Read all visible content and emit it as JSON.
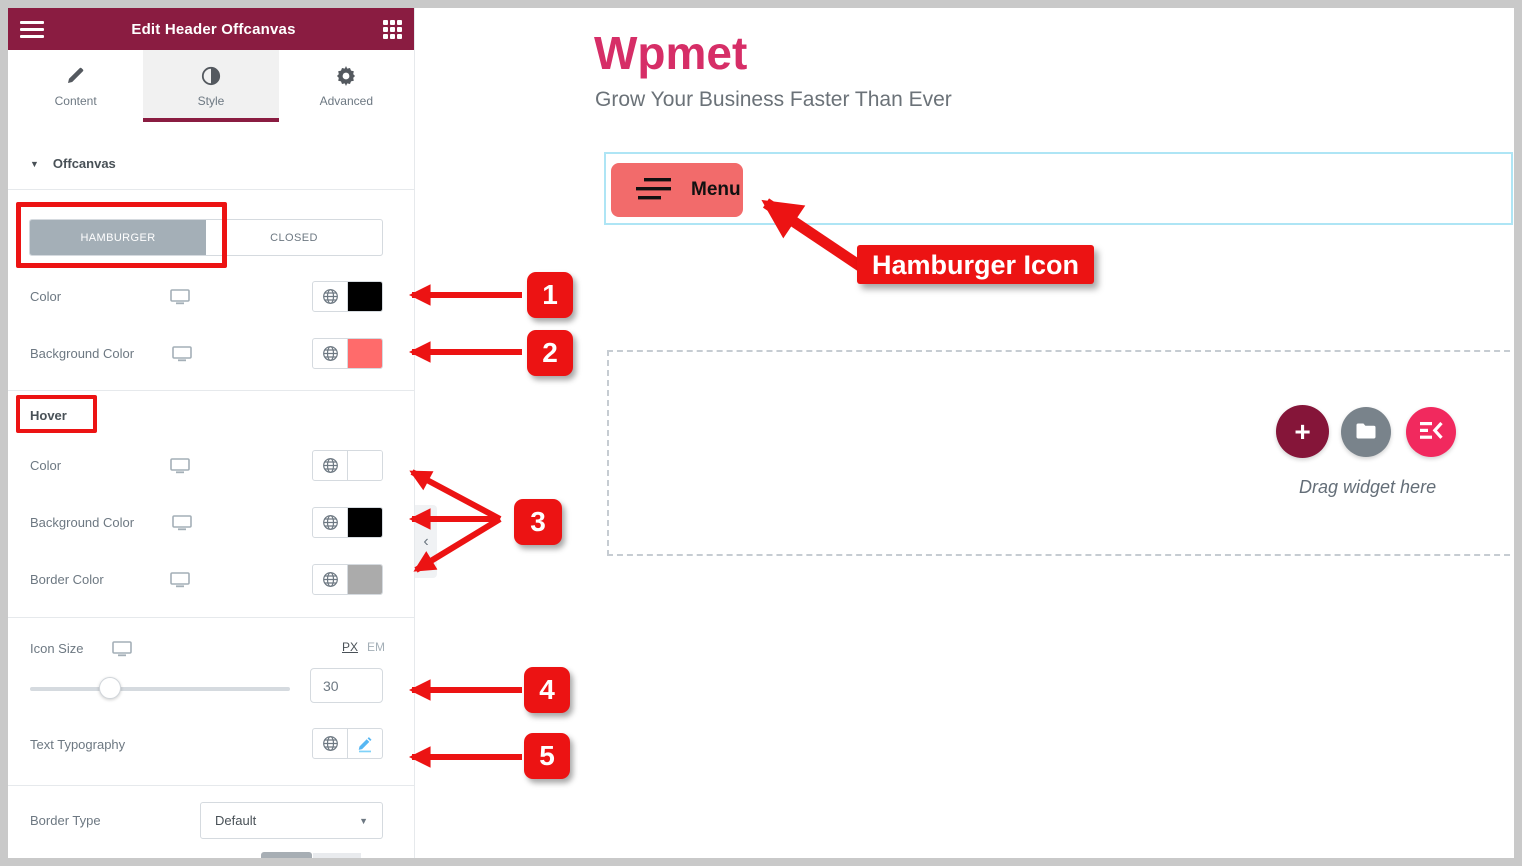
{
  "panel": {
    "title": "Edit Header Offcanvas",
    "tabs": [
      {
        "label": "Content"
      },
      {
        "label": "Style"
      },
      {
        "label": "Advanced"
      }
    ],
    "active_tab": "Style",
    "offcanvas": {
      "title": "Offcanvas",
      "toggle": {
        "hamburger": "HAMBURGER",
        "closed": "CLOSED",
        "selected": "HAMBURGER"
      },
      "color": {
        "label": "Color",
        "value": "#000000"
      },
      "background_color": {
        "label": "Background Color",
        "value": "#ff6b6b"
      },
      "hover": {
        "title": "Hover",
        "color": {
          "label": "Color",
          "value": "#ffffff"
        },
        "background_color": {
          "label": "Background Color",
          "value": "#000000"
        },
        "border_color": {
          "label": "Border Color",
          "value": "#ababab"
        }
      },
      "icon_size": {
        "label": "Icon Size",
        "unit_px": "PX",
        "unit_em": "EM",
        "active_unit": "PX",
        "value": "30"
      },
      "text_typography": {
        "label": "Text Typography"
      },
      "border_type": {
        "label": "Border Type",
        "value": "Default"
      }
    }
  },
  "canvas": {
    "site_title": "Wpmet",
    "site_tagline": "Grow Your Business Faster Than Ever",
    "menu_button_label": "Menu",
    "drag_widget_text": "Drag widget here"
  },
  "annotations": {
    "hamburger_label": "Hamburger Icon",
    "callouts": [
      "1",
      "2",
      "3",
      "4",
      "5"
    ]
  },
  "icons": {
    "caret_down": "▼",
    "collapse_chevron": "‹",
    "plus": "+"
  },
  "colors": {
    "panel_header_maroon": "#8a1c41",
    "active_tab_underline": "#8a1c41",
    "annotation_red": "#ec1313",
    "site_title_pink": "#d62e67",
    "menu_button_bg": "#f26b6b",
    "section_outline_cyan": "#aee5f5",
    "add_button_maroon": "#851539",
    "folder_button_gray": "#79838b",
    "ek_button_pink": "#f1295e",
    "swatch_normal_bg": "#ff6b6b",
    "hover_border_swatch": "#ababab"
  }
}
